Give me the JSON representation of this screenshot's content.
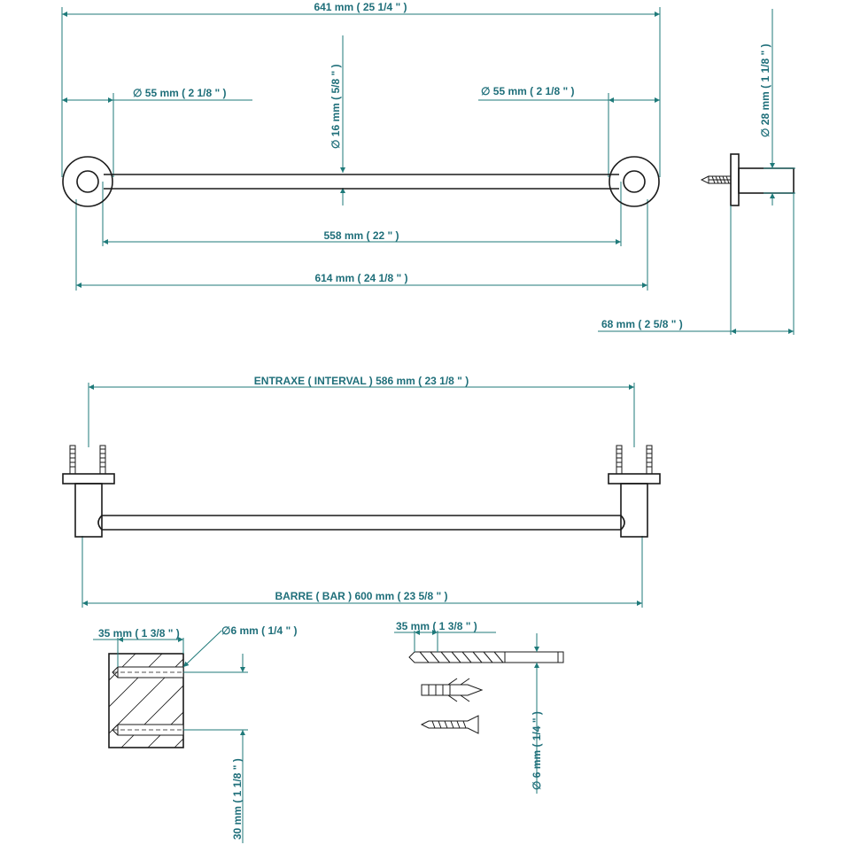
{
  "dimensions": {
    "overall_width": "641 mm ( 25 1/4 \" )",
    "rosette_dia_left": "∅ 55 mm ( 2 1/8 \" )",
    "rosette_dia_right": "∅ 55 mm ( 2 1/8 \" )",
    "bar_dia": "∅ 16 mm ( 5/8 \" )",
    "inner_length": "558 mm ( 22 \" )",
    "bracket_span": "614 mm ( 24 1/8 \" )",
    "side_dia": "∅ 28 mm ( 1 1/8 \" )",
    "projection": "68 mm ( 2 5/8 \" )",
    "interval": "ENTRAXE ( INTERVAL ) 586 mm ( 23 1/8 \" )",
    "bar_length": "BARRE ( BAR ) 600 mm ( 23 5/8 \" )",
    "hole_depth": "35 mm ( 1 3/8 \" )",
    "hole_dia": "∅6 mm ( 1/4 \" )",
    "hole_spacing": "30 mm ( 1 1/8 \" )",
    "drill_depth": "35 mm ( 1 3/8 \" )",
    "drill_dia": "∅ 6 mm ( 1/4 \" )"
  }
}
